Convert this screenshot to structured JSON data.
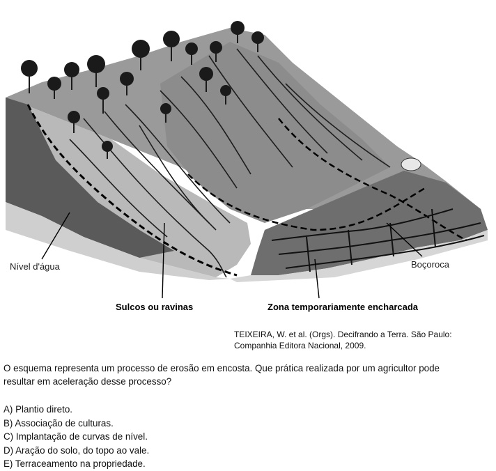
{
  "figure": {
    "labels": {
      "nivel_agua": "Nível d'água",
      "sulcos": "Sulcos ou ravinas",
      "zona": "Zona temporariamente encharcada",
      "bocoroca": "Boçoroca"
    },
    "colors": {
      "top_surface": "#9a9a9a",
      "slope_light": "#b9b9b9",
      "slope_mid": "#8c8c8c",
      "soil_cut": "#5a5a5a",
      "wet_zone": "#6e6e6e",
      "channels": "#1e1e1e"
    }
  },
  "caption": {
    "line1": "TEIXEIRA, W. et al. (Orgs). Decifrando a Terra. São Paulo:",
    "line2": "Companhia Editora Nacional, 2009."
  },
  "question": {
    "line1": "O esquema representa um processo de erosão em encosta. Que prática realizada por um agricultor pode",
    "line2": "resultar em aceleração desse processo?"
  },
  "options": [
    "A) Plantio direto.",
    "B) Associação de culturas.",
    "C) Implantação de curvas de nível.",
    "D) Aração do solo, do topo ao vale.",
    "E) Terraceamento na propriedade."
  ]
}
